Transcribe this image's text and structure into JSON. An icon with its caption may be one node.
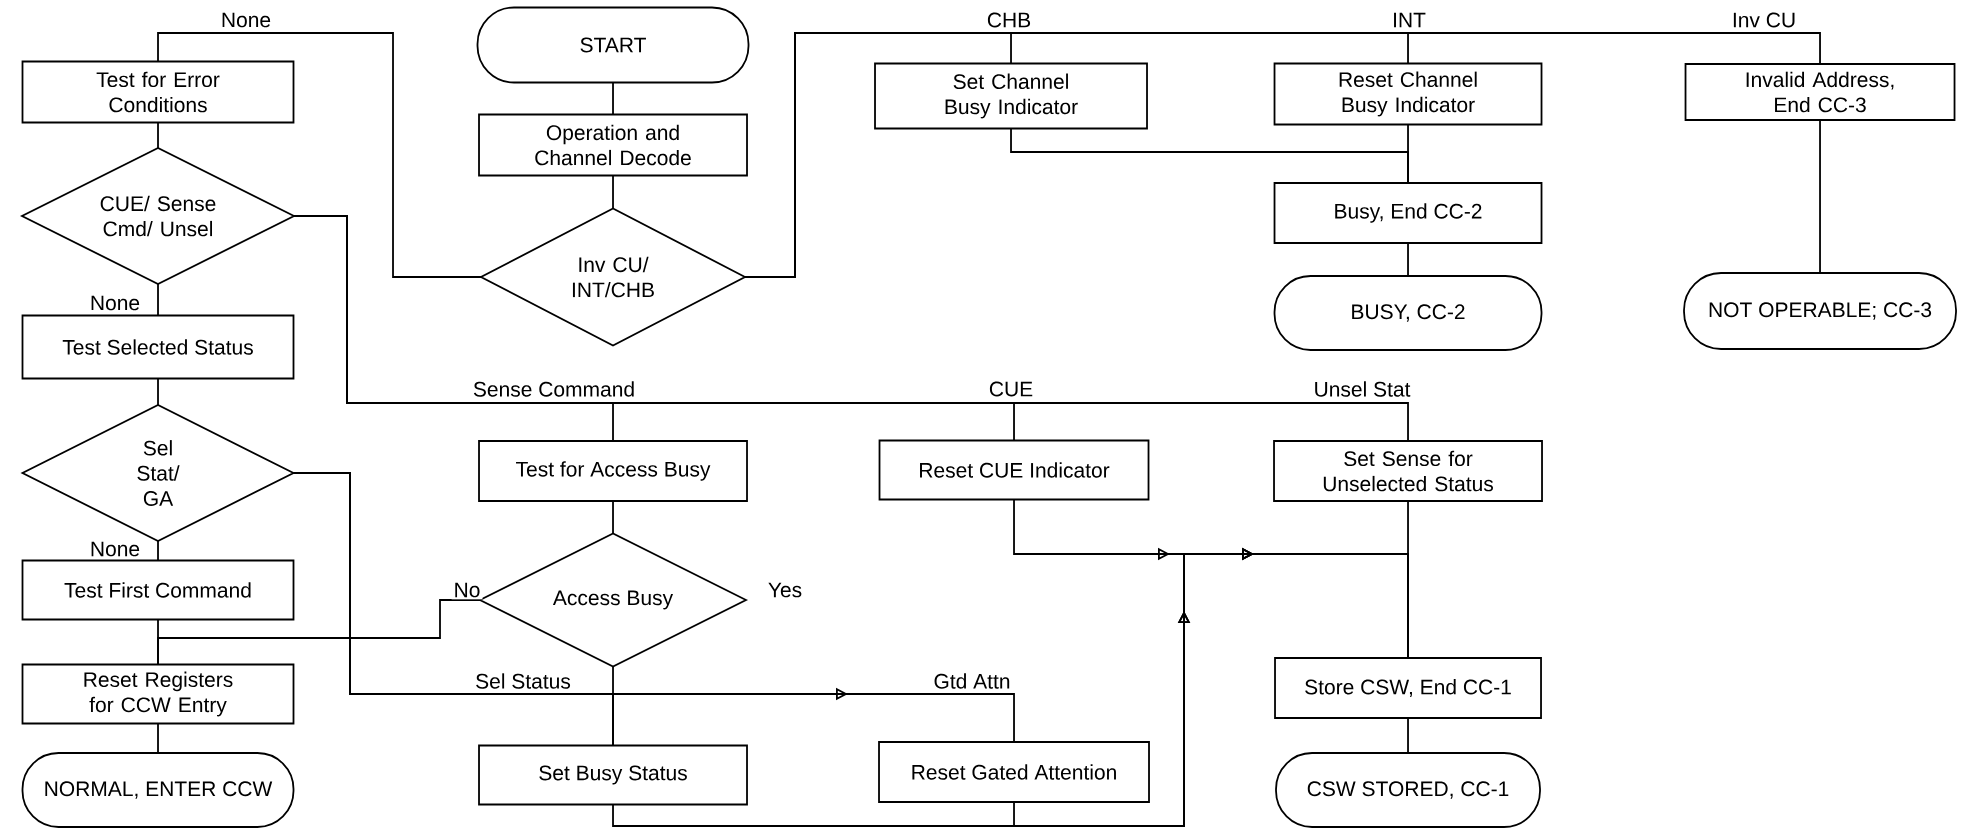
{
  "diagram": {
    "nodes": [
      {
        "text": [
          "START"
        ]
      },
      {
        "text": [
          "Operation and Channel Decode"
        ]
      },
      {
        "text": [
          "Inv CU/ INT/CHB"
        ]
      },
      {
        "text": [
          "Test for Error Conditions"
        ]
      },
      {
        "text": [
          "CUE/ Sense Cmd/ Unsel"
        ]
      },
      {
        "text": [
          "Test Selected Status"
        ]
      },
      {
        "text": [
          "Sel Stat/ GA"
        ]
      },
      {
        "text": [
          "Test First Command"
        ]
      },
      {
        "text": [
          "Reset Registers for CCW Entry"
        ]
      },
      {
        "text": [
          "NORMAL, ENTER CCW"
        ]
      },
      {
        "text": [
          "Set Channel Busy Indicator"
        ]
      },
      {
        "text": [
          "Reset Channel Busy Indicator"
        ]
      },
      {
        "text": [
          "Invalid Address, End CC-3"
        ]
      },
      {
        "text": [
          "Busy, End CC-2"
        ]
      },
      {
        "text": [
          "BUSY, CC-2"
        ]
      },
      {
        "text": [
          "NOT OPERABLE; CC-3"
        ]
      },
      {
        "text": [
          "Test for Access Busy"
        ]
      },
      {
        "text": [
          "Access Busy"
        ]
      },
      {
        "text": [
          "Set Busy Status"
        ]
      },
      {
        "text": [
          "Reset CUE Indicator"
        ]
      },
      {
        "text": [
          "Set Sense for Unselected Status"
        ]
      },
      {
        "text": [
          "Reset Gated Attention"
        ]
      },
      {
        "text": [
          "Store CSW, End CC-1"
        ]
      },
      {
        "text": [
          "CSW STORED, CC-1"
        ]
      }
    ],
    "edges": [
      {
        "from": 0,
        "to": 1,
        "arrow": "none"
      },
      {
        "from": 1,
        "to": 2,
        "arrow": "none"
      },
      {
        "from": 2,
        "to": 3,
        "arrow": "none",
        "label": "None"
      },
      {
        "from": 2,
        "to": 10,
        "arrow": "none",
        "label": "CHB"
      },
      {
        "from": 2,
        "to": 11,
        "arrow": "none",
        "label": "INT"
      },
      {
        "from": 2,
        "to": 12,
        "arrow": "none",
        "label": "Inv CU"
      },
      {
        "from": 10,
        "to": 13,
        "arrow": "none"
      },
      {
        "from": 11,
        "to": 13,
        "arrow": "none"
      },
      {
        "from": 13,
        "to": 14,
        "arrow": "none"
      },
      {
        "from": 12,
        "to": 15,
        "arrow": "none"
      },
      {
        "from": 3,
        "to": 4,
        "arrow": "none"
      },
      {
        "from": 4,
        "to": 5,
        "arrow": "none",
        "label": "None"
      },
      {
        "from": 5,
        "to": 6,
        "arrow": "none"
      },
      {
        "from": 6,
        "to": 7,
        "arrow": "none",
        "label": "None"
      },
      {
        "from": 7,
        "to": 8,
        "arrow": "none"
      },
      {
        "from": 8,
        "to": 9,
        "arrow": "none"
      },
      {
        "from": 4,
        "to": 16,
        "arrow": "none",
        "label": "Sense Command"
      },
      {
        "from": 4,
        "to": 19,
        "arrow": "none",
        "label": "CUE"
      },
      {
        "from": 4,
        "to": 20,
        "arrow": "none",
        "label": "Unsel Stat"
      },
      {
        "from": 16,
        "to": 17,
        "arrow": "none"
      },
      {
        "from": 17,
        "to": 8,
        "arrow": "none",
        "label": "No"
      },
      {
        "from": 17,
        "to": 18,
        "arrow": "none"
      },
      {
        "from": 6,
        "to": 18,
        "arrow": "none",
        "label": "Sel Status"
      },
      {
        "from": 6,
        "to": 21,
        "arrow": "to",
        "label": "Gtd Attn"
      },
      {
        "from": 19,
        "to": 22,
        "arrow": "to"
      },
      {
        "from": 18,
        "to": 22,
        "arrow": "to"
      },
      {
        "from": 21,
        "to": 22,
        "arrow": "to"
      },
      {
        "from": 20,
        "to": 22,
        "arrow": "none"
      },
      {
        "from": 22,
        "to": 23,
        "arrow": "none"
      }
    ],
    "labels": [
      "Yes"
    ]
  }
}
